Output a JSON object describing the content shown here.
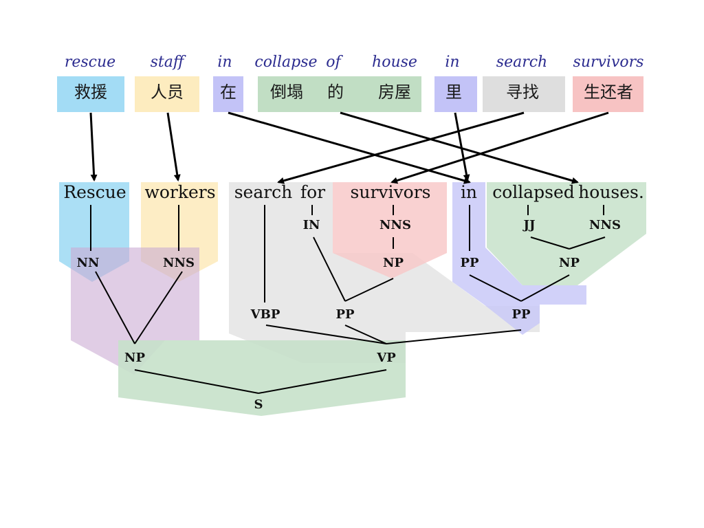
{
  "colors": {
    "blue": "#a3dcf5",
    "yellow": "#fdecbf",
    "violet": "#c3c3f7",
    "green": "#c1dec4",
    "gray": "#dedede",
    "pink": "#f7c3c3",
    "purple": "#c4a3cf"
  },
  "gloss_words": [
    "rescue",
    "staff",
    "in",
    "collapse",
    "of",
    "house",
    "in",
    "search",
    "survivors"
  ],
  "chinese_words": [
    "救援",
    "人员",
    "在",
    "倒塌",
    "的",
    "房屋",
    "里",
    "寻找",
    "生还者"
  ],
  "english_words": [
    "Rescue",
    "workers",
    "search",
    "for",
    "survivors",
    "in",
    "collapsed",
    "houses."
  ],
  "pos_tags": [
    "NN",
    "NNS",
    "VBP",
    "IN",
    "NNS",
    "PP",
    "JJ",
    "NNS"
  ],
  "phrase_tags": {
    "np_subject": "NP",
    "np_survivors": "NP",
    "np_houses": "NP",
    "pp_for": "PP",
    "pp_in": "PP",
    "vp": "VP",
    "s": "S"
  }
}
